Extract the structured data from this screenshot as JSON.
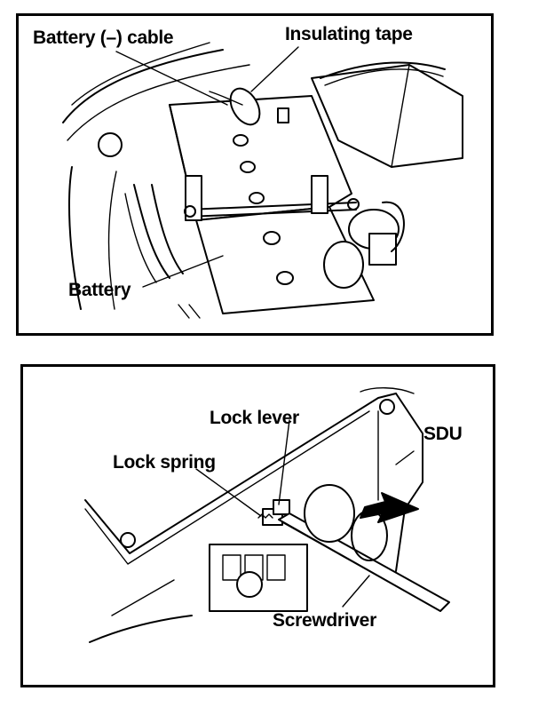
{
  "figure_top": {
    "labels": {
      "battery_cable": "Battery (–) cable",
      "insulating_tape": "Insulating tape",
      "battery": "Battery"
    }
  },
  "figure_bottom": {
    "labels": {
      "lock_lever": "Lock lever",
      "lock_spring": "Lock spring",
      "sdu": "SDU",
      "screwdriver": "Screwdriver"
    }
  }
}
